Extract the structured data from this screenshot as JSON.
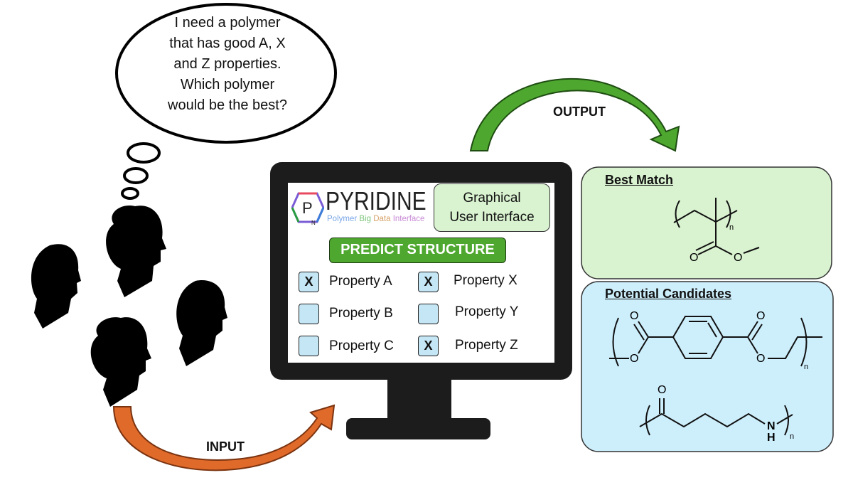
{
  "thought_bubble": {
    "lines": [
      "I need a polymer",
      "that has good A, X",
      "and Z properties.",
      "Which polymer",
      "would be the best?"
    ]
  },
  "arrows": {
    "input_label": "INPUT",
    "output_label": "OUTPUT",
    "input_color": "#e06a2a",
    "output_color": "#3f9a26"
  },
  "app": {
    "logo_letter": "P",
    "logo_sub_letter": "N",
    "logo_name": "PYRIDINE",
    "logo_tagline_parts": [
      "Polymer ",
      "Big ",
      "Data ",
      "Interface"
    ],
    "gui_label_lines": [
      "Graphical",
      "User Interface"
    ],
    "predict_button": "PREDICT STRUCTURE",
    "properties": [
      {
        "label": "Property A",
        "checked": true,
        "mark": "X"
      },
      {
        "label": "Property B",
        "checked": false,
        "mark": ""
      },
      {
        "label": "Property C",
        "checked": false,
        "mark": ""
      },
      {
        "label": "Property X",
        "checked": true,
        "mark": "X"
      },
      {
        "label": "Property Y",
        "checked": false,
        "mark": ""
      },
      {
        "label": "Property Z",
        "checked": true,
        "mark": "X"
      }
    ]
  },
  "results": {
    "best_match_title": "Best Match",
    "candidates_title": "Potential Candidates",
    "atoms": {
      "O": "O",
      "N": "N",
      "H": "H",
      "n": "n"
    }
  }
}
